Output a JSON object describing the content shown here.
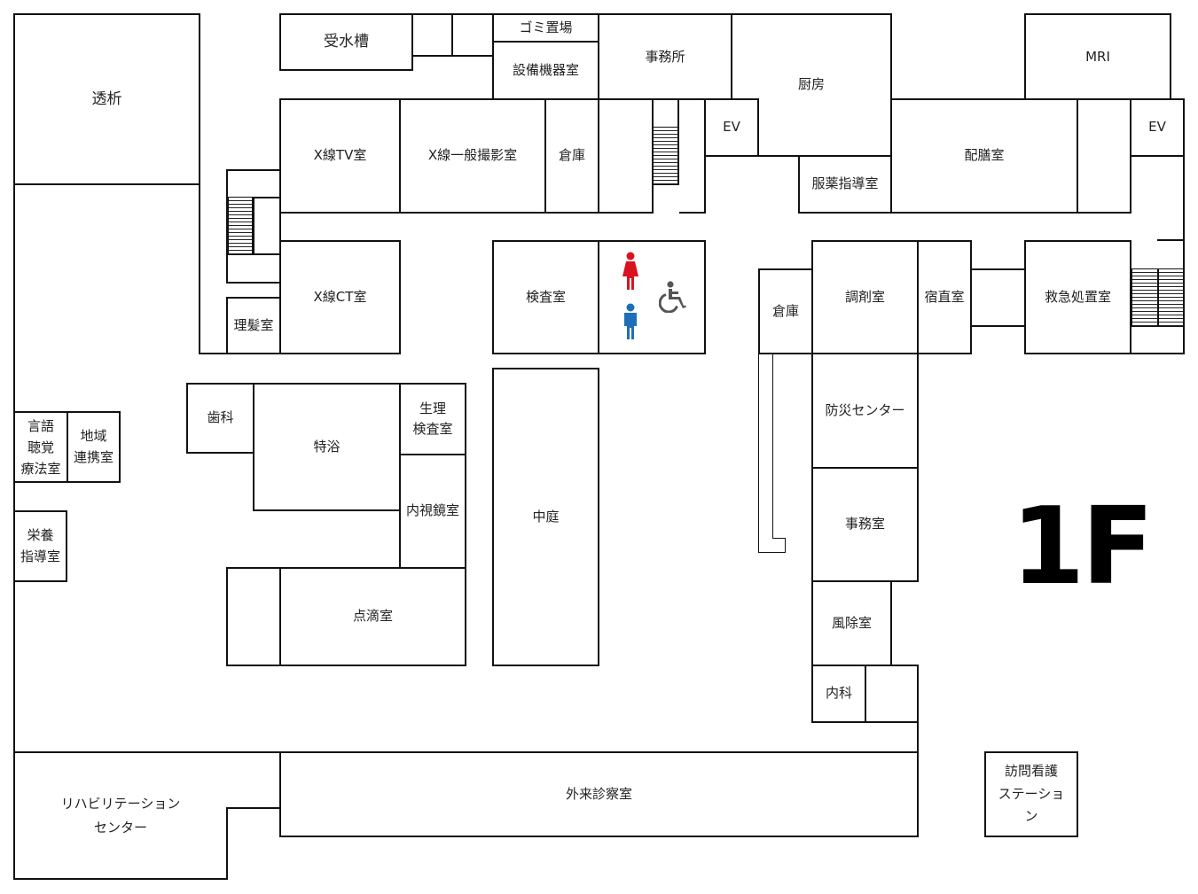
{
  "floor": "1F",
  "rooms": {
    "toseki": "透析",
    "jusuiso": "受水槽",
    "gomi": "ゴミ置場",
    "setsubi": "設備機器室",
    "jimusho": "事務所",
    "chubo": "厨房",
    "mri": "MRI",
    "ev1": "EV",
    "ev2": "EV",
    "xtv": "X線TV室",
    "xippan": "X線一般撮影室",
    "soko1": "倉庫",
    "fukuyaku": "服薬指導室",
    "haizen": "配膳室",
    "xct": "X線CT室",
    "rihatsu": "理髪室",
    "kensa": "検査室",
    "soko2": "倉庫",
    "chozai": "調剤室",
    "shukuchoku": "宿直室",
    "kyukyu": "救急処置室",
    "shika": "歯科",
    "tokuyoku": "特浴",
    "seiri": "生理\n検査室",
    "naishikyo": "内視鏡室",
    "gengo": "言語\n聴覚\n療法室",
    "chiiki": "地域\n連携室",
    "eiyo": "栄養\n指導室",
    "bosai": "防災センター",
    "jimushitsu": "事務室",
    "nakaniwa": "中庭",
    "tenteki": "点滴室",
    "fujo": "風除室",
    "naika": "内科",
    "rehab": "リハビリテーション\nセンター",
    "gairai": "外来診察室",
    "homon": "訪問看護\nステーショ\nン"
  },
  "colors": {
    "female": "#d9141e",
    "male": "#1e6fb8",
    "accessible": "#555555",
    "wall": "#111111"
  },
  "icons": [
    "female-toilet-icon",
    "male-toilet-icon",
    "wheelchair-icon"
  ]
}
